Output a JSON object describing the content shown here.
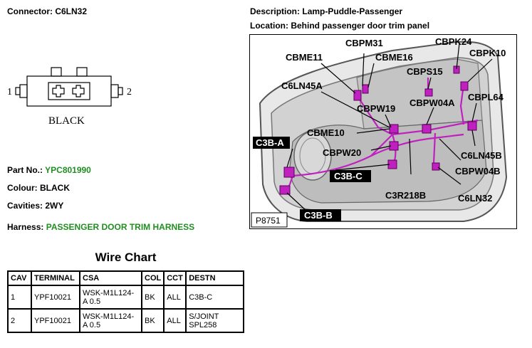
{
  "connector": {
    "label": "Connector:",
    "value": "C6LN32"
  },
  "description": {
    "label": "Description:",
    "value": "Lamp-Puddle-Passenger"
  },
  "location": {
    "label": "Location:",
    "value": "Behind passenger door trim panel"
  },
  "connector_drawing": {
    "pin_left": "1",
    "pin_right": "2",
    "color_label": "BLACK"
  },
  "part_no": {
    "label": "Part No.:",
    "value": "YPC801990"
  },
  "colour": {
    "label": "Colour:",
    "value": "BLACK"
  },
  "cavities": {
    "label": "Cavities:",
    "value": "2WY"
  },
  "harness": {
    "label": "Harness:",
    "value": "PASSENGER DOOR TRIM HARNESS"
  },
  "picture": {
    "ref": "P8751",
    "labels": [
      "CBPM31",
      "CBPK24",
      "CBME11",
      "CBME16",
      "CBPK10",
      "CBPS15",
      "C6LN45A",
      "CBPL64",
      "CBPW19",
      "CBPW04A",
      "CBME10",
      "C3B-A",
      "CBPW20",
      "C6LN45B",
      "C3B-C",
      "CBPW04B",
      "C3R218B",
      "C6LN32",
      "C3B-B"
    ]
  },
  "wire_chart": {
    "title": "Wire Chart",
    "headers": [
      "CAV",
      "TERMINAL",
      "CSA",
      "COL",
      "CCT",
      "DESTN"
    ],
    "rows": [
      [
        "1",
        "YPF10021",
        "WSK-M1L124-A 0.5",
        "BK",
        "ALL",
        "C3B-C"
      ],
      [
        "2",
        "YPF10021",
        "WSK-M1L124-A 0.5",
        "BK",
        "ALL",
        "S/JOINT SPL258"
      ]
    ]
  },
  "colors": {
    "harness_green": "#1f8f1f",
    "connector_magenta": "#c020c0"
  }
}
